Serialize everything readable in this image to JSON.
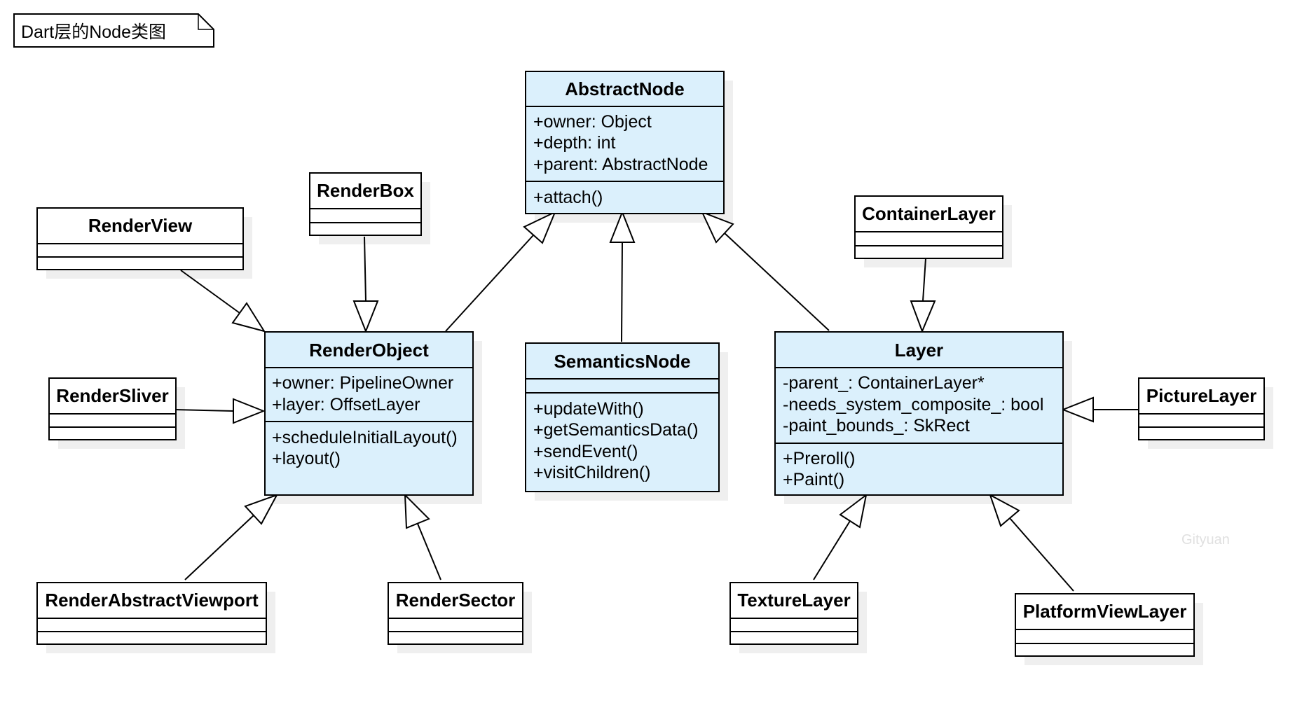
{
  "diagram": {
    "title": "Dart层的Node类图",
    "watermark": "Gityuan",
    "colors": {
      "core_fill": "#dbf0fc",
      "plain_fill": "#ffffff",
      "stroke": "#000000",
      "shadow": "#efefef"
    },
    "classes": {
      "abstract_node": {
        "name": "AbstractNode",
        "attributes": [
          "+owner: Object",
          "+depth: int",
          "+parent: AbstractNode"
        ],
        "methods": [
          "+attach()"
        ]
      },
      "render_object": {
        "name": "RenderObject",
        "attributes": [
          "+owner: PipelineOwner",
          "+layer: OffsetLayer"
        ],
        "methods": [
          "+scheduleInitialLayout()",
          "+layout()"
        ]
      },
      "semantics_node": {
        "name": "SemanticsNode",
        "attributes": [],
        "methods": [
          "+updateWith()",
          "+getSemanticsData()",
          "+sendEvent()",
          "+visitChildren()"
        ]
      },
      "layer": {
        "name": "Layer",
        "attributes": [
          "-parent_: ContainerLayer*",
          "-needs_system_composite_: bool",
          "-paint_bounds_: SkRect"
        ],
        "methods": [
          "+Preroll()",
          "+Paint()"
        ]
      },
      "render_view": {
        "name": "RenderView",
        "attributes": [],
        "methods": []
      },
      "render_box": {
        "name": "RenderBox",
        "attributes": [],
        "methods": []
      },
      "render_sliver": {
        "name": "RenderSliver",
        "attributes": [],
        "methods": []
      },
      "render_abstract_viewport": {
        "name": "RenderAbstractViewport",
        "attributes": [],
        "methods": []
      },
      "render_sector": {
        "name": "RenderSector",
        "attributes": [],
        "methods": []
      },
      "container_layer": {
        "name": "ContainerLayer",
        "attributes": [],
        "methods": []
      },
      "picture_layer": {
        "name": "PictureLayer",
        "attributes": [],
        "methods": []
      },
      "texture_layer": {
        "name": "TextureLayer",
        "attributes": [],
        "methods": []
      },
      "platform_view_layer": {
        "name": "PlatformViewLayer",
        "attributes": [],
        "methods": []
      }
    },
    "inheritance": [
      {
        "child": "RenderObject",
        "parent": "AbstractNode"
      },
      {
        "child": "SemanticsNode",
        "parent": "AbstractNode"
      },
      {
        "child": "Layer",
        "parent": "AbstractNode"
      },
      {
        "child": "RenderView",
        "parent": "RenderObject"
      },
      {
        "child": "RenderBox",
        "parent": "RenderObject"
      },
      {
        "child": "RenderSliver",
        "parent": "RenderObject"
      },
      {
        "child": "RenderAbstractViewport",
        "parent": "RenderObject"
      },
      {
        "child": "RenderSector",
        "parent": "RenderObject"
      },
      {
        "child": "ContainerLayer",
        "parent": "Layer"
      },
      {
        "child": "PictureLayer",
        "parent": "Layer"
      },
      {
        "child": "TextureLayer",
        "parent": "Layer"
      },
      {
        "child": "PlatformViewLayer",
        "parent": "Layer"
      }
    ]
  }
}
